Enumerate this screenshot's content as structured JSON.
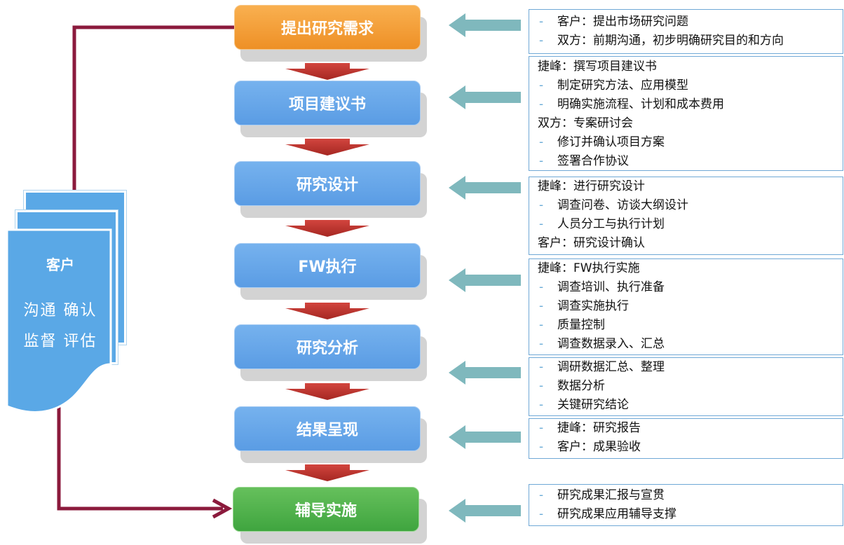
{
  "client": {
    "title": "客户",
    "row1": "沟通  确认",
    "row2": "监督  评估"
  },
  "steps": [
    {
      "label": "提出研究需求",
      "color": "#f0962a"
    },
    {
      "label": "项目建议书",
      "color": "#5fa0e6"
    },
    {
      "label": "研究设计",
      "color": "#5fa0e6"
    },
    {
      "label": "FW执行",
      "color": "#5fa0e6"
    },
    {
      "label": "研究分析",
      "color": "#5fa0e6"
    },
    {
      "label": "结果呈现",
      "color": "#5fa0e6"
    },
    {
      "label": "辅导实施",
      "color": "#46ab46"
    }
  ],
  "details": [
    [
      {
        "sub": true,
        "text": "客户：提出市场研究问题"
      },
      {
        "sub": true,
        "text": "双方：前期沟通，初步明确研究目的和方向"
      }
    ],
    [
      {
        "sub": false,
        "text": "捷峰：撰写项目建议书"
      },
      {
        "sub": true,
        "text": "制定研究方法、应用模型"
      },
      {
        "sub": true,
        "text": "明确实施流程、计划和成本费用"
      },
      {
        "sub": false,
        "text": "双方：专案研讨会"
      },
      {
        "sub": true,
        "text": "修订并确认项目方案"
      },
      {
        "sub": true,
        "text": "签署合作协议"
      }
    ],
    [
      {
        "sub": false,
        "text": "捷峰：进行研究设计"
      },
      {
        "sub": true,
        "text": "调查问卷、访谈大纲设计"
      },
      {
        "sub": true,
        "text": "人员分工与执行计划"
      },
      {
        "sub": false,
        "text": "客户：研究设计确认"
      }
    ],
    [
      {
        "sub": false,
        "text": "捷峰：FW执行实施"
      },
      {
        "sub": true,
        "text": "调查培训、执行准备"
      },
      {
        "sub": true,
        "text": "调查实施执行"
      },
      {
        "sub": true,
        "text": "质量控制"
      },
      {
        "sub": true,
        "text": "调查数据录入、汇总"
      }
    ],
    [
      {
        "sub": true,
        "text": "调研数据汇总、整理"
      },
      {
        "sub": true,
        "text": "数据分析"
      },
      {
        "sub": true,
        "text": "关键研究结论"
      }
    ],
    [
      {
        "sub": true,
        "text": "捷峰：研究报告"
      },
      {
        "sub": true,
        "text": "客户：成果验收"
      }
    ],
    [
      {
        "sub": true,
        "text": "研究成果汇报与宣贯"
      },
      {
        "sub": true,
        "text": "研究成果应用辅导支撑"
      }
    ]
  ],
  "colors": {
    "connector": "#8b1a3c",
    "down_arrow": "#b8312c",
    "left_arrow": "#7fb8bd",
    "box_border": "#6fa8d6",
    "client_page": "#5aa8e6"
  }
}
